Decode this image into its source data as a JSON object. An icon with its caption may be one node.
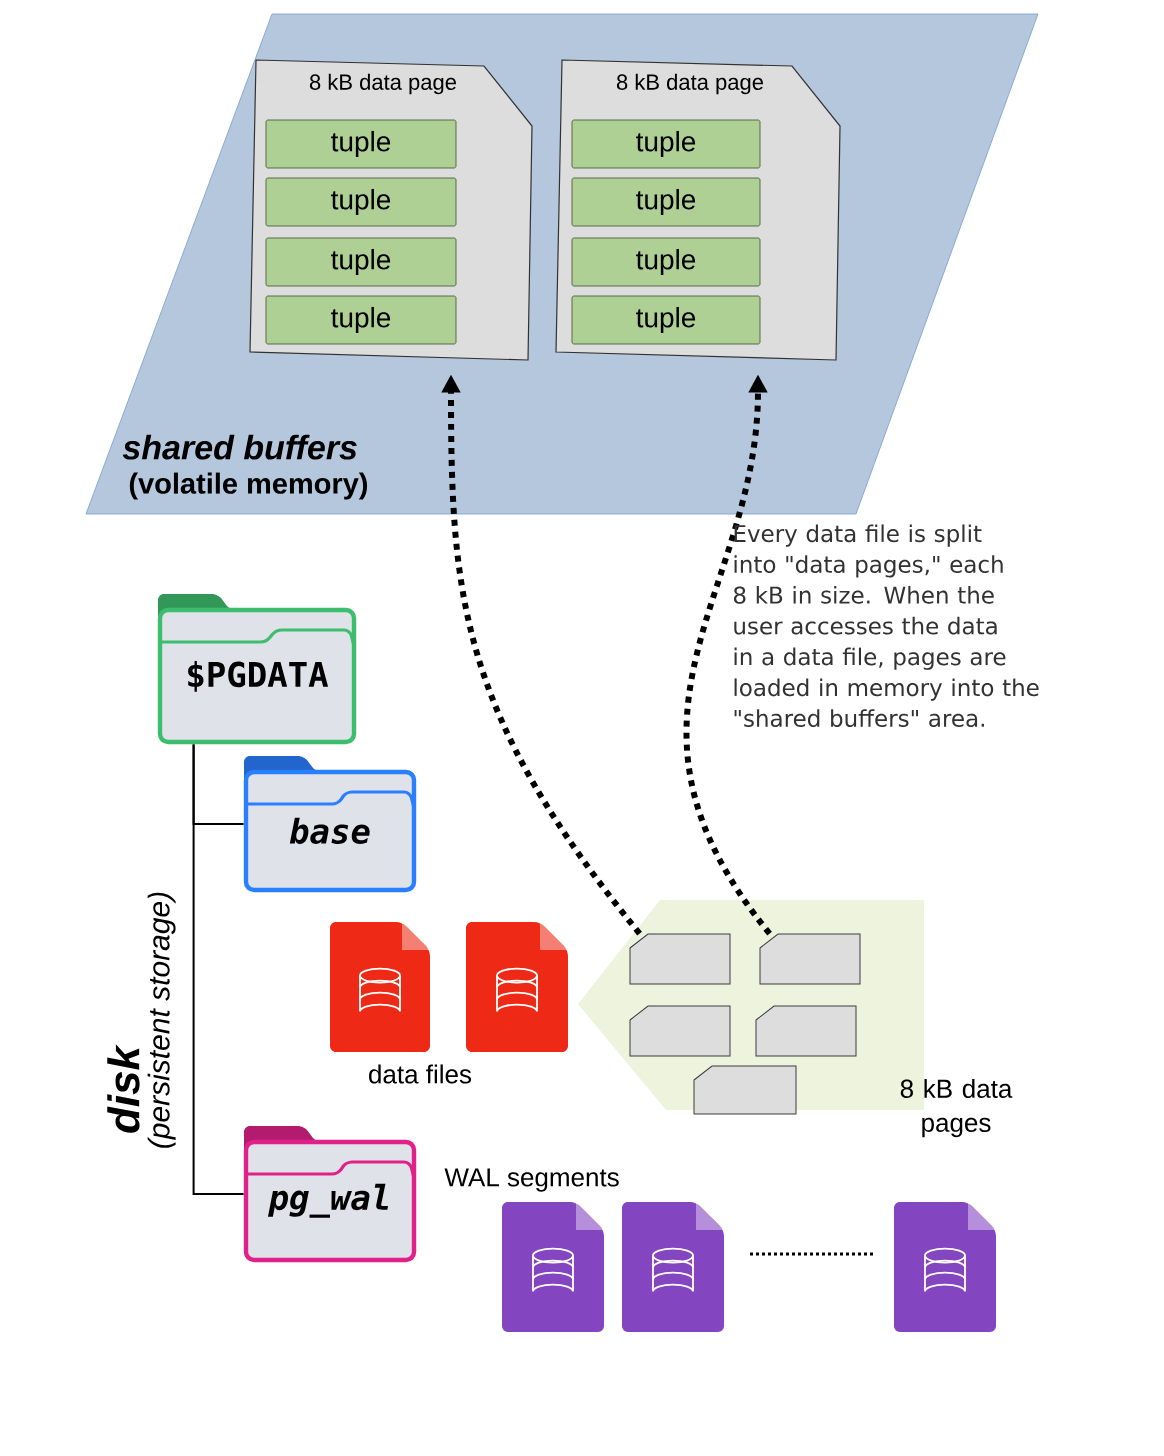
{
  "diagram": {
    "nodes": [
      {
        "text": [
          "shared buffers",
          "(volatile memory)"
        ]
      },
      {
        "text": [
          "8 kB data page"
        ],
        "in": 0
      },
      {
        "text": [
          "tuple"
        ],
        "in": 1
      },
      {
        "text": [
          "tuple"
        ],
        "in": 1
      },
      {
        "text": [
          "tuple"
        ],
        "in": 1
      },
      {
        "text": [
          "tuple"
        ],
        "in": 1
      },
      {
        "text": [
          "8 kB data page"
        ],
        "in": 0
      },
      {
        "text": [
          "tuple"
        ],
        "in": 6
      },
      {
        "text": [
          "tuple"
        ],
        "in": 6
      },
      {
        "text": [
          "tuple"
        ],
        "in": 6
      },
      {
        "text": [
          "tuple"
        ],
        "in": 6
      },
      {
        "text": [
          "$PGDATA"
        ]
      },
      {
        "text": [
          "base"
        ]
      },
      {
        "text": [
          "pg_wal"
        ]
      },
      {
        "text": [],
        "shape": "file"
      },
      {
        "text": [],
        "shape": "file"
      },
      {
        "text": [],
        "shape": "box"
      },
      {
        "text": [],
        "shape": "box"
      },
      {
        "text": [],
        "shape": "box"
      },
      {
        "text": [],
        "shape": "box"
      },
      {
        "text": [],
        "shape": "box"
      },
      {
        "text": [],
        "shape": "file"
      },
      {
        "text": [],
        "shape": "file"
      },
      {
        "text": [],
        "shape": "file"
      }
    ],
    "edges": [
      {
        "from": 16,
        "to": 1,
        "arrow": "to",
        "style": "dashed"
      },
      {
        "from": 17,
        "to": 6,
        "arrow": "to",
        "style": "dashed"
      },
      {
        "from": 11,
        "to": 12,
        "arrow": "none"
      },
      {
        "from": 11,
        "to": 13,
        "arrow": "none"
      }
    ],
    "labels": [
      "Every data file is split into \"data pages,\" each 8 kB in size. When the user accesses the data in a data file, pages are loaded in memory into the \"shared buffers\" area.",
      "disk",
      "(persistent storage)",
      "data files",
      "8 kB data pages",
      "WAL segments"
    ]
  }
}
